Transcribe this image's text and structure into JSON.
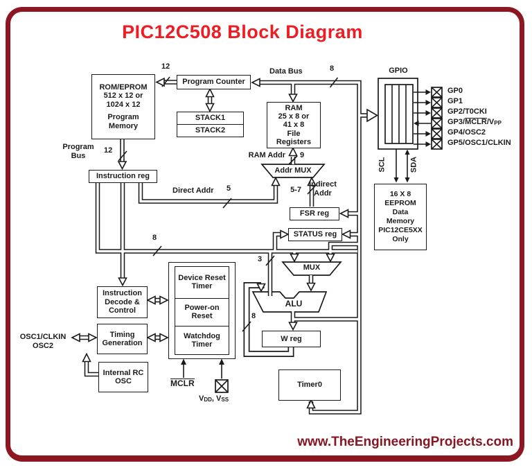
{
  "title": "PIC12C508 Block Diagram",
  "website": "www.TheEngineeringProjects.com",
  "colors": {
    "accent_red": "#EE1C23",
    "frame_maroon": "#8C1722",
    "line_black": "#1a1a1a"
  },
  "blocks": {
    "program_memory": {
      "lines": [
        "ROM/EPROM",
        "512 x 12 or",
        "1024 x 12",
        "Program",
        "Memory"
      ]
    },
    "program_counter": {
      "label": "Program Counter"
    },
    "stack1": {
      "label": "STACK1"
    },
    "stack2": {
      "label": "STACK2"
    },
    "ram": {
      "lines": [
        "RAM",
        "25 x 8 or",
        "41 x 8",
        "File",
        "Registers"
      ]
    },
    "instruction_reg": {
      "label": "Instruction reg"
    },
    "addr_mux": {
      "label": "Addr MUX"
    },
    "fsr": {
      "label": "FSR reg"
    },
    "status": {
      "label": "STATUS reg"
    },
    "mux": {
      "label": "MUX"
    },
    "alu": {
      "label": "ALU"
    },
    "w_reg": {
      "label": "W reg"
    },
    "timer0": {
      "label": "Timer0"
    },
    "gpio": {
      "label": "GPIO"
    },
    "eeprom": {
      "lines": [
        "16 X 8",
        "EEPROM",
        "Data",
        "Memory",
        "PIC12CE5XX",
        "Only"
      ]
    },
    "instruction_decode": {
      "lines": [
        "Instruction",
        "Decode &",
        "Control"
      ]
    },
    "timing_generation": {
      "lines": [
        "Timing",
        "Generation"
      ]
    },
    "internal_rc": {
      "lines": [
        "Internal RC",
        "OSC"
      ]
    },
    "device_reset_timer": {
      "lines": [
        "Device Reset",
        "Timer"
      ]
    },
    "power_on_reset": {
      "lines": [
        "Power-on",
        "Reset"
      ]
    },
    "watchdog_timer": {
      "lines": [
        "Watchdog",
        "Timer"
      ]
    }
  },
  "bus_labels": {
    "data_bus": "Data Bus",
    "program_bus_line1": "Program",
    "program_bus_line2": "Bus",
    "ram_addr": "RAM Addr",
    "direct_addr": "Direct Addr",
    "indirect_line1": "Indirect",
    "indirect_line2": "Addr",
    "width_rom_pc": "12",
    "width_program_bus": "12",
    "width_data_bus": "8",
    "width_instr_bus": "8",
    "width_ram_addr": "9",
    "width_direct": "5",
    "width_indirect": "5-7",
    "width_status_alu": "3",
    "width_w_loop": "8",
    "scl": "SCL",
    "sda": "SDA"
  },
  "pins": {
    "gp0": "GP0",
    "gp1": "GP1",
    "gp2": "GP2/T0CKI",
    "gp3_pre": "GP3/",
    "gp3_mclr": "MCLR",
    "gp3_mid": "/V",
    "gp3_sub": "PP",
    "gp4": "GP4/OSC2",
    "gp5": "GP5/OSC1/CLKIN",
    "osc1": "OSC1/CLKIN",
    "osc2": "OSC2",
    "mclr": "MCLR",
    "vdd_v1": "V",
    "vdd_sub1": "DD",
    "vdd_mid": ", V",
    "vdd_sub2": "SS"
  }
}
